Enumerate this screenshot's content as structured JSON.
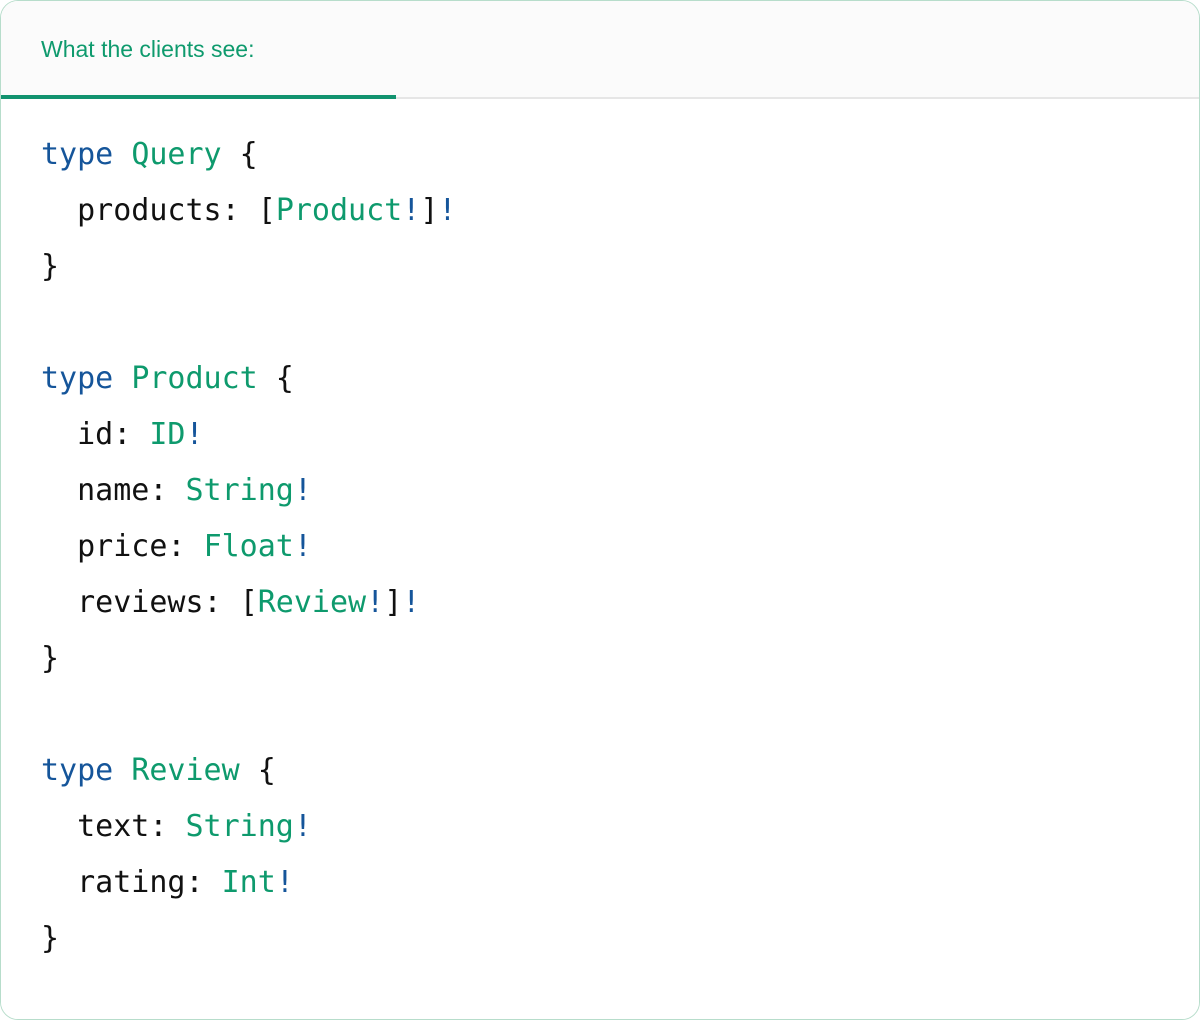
{
  "card": {
    "border_color": "#b7ddcb",
    "background": "#ffffff"
  },
  "tabbar": {
    "active_index": 0,
    "underline_color": "#12936f",
    "background": "#fbfbfb",
    "tabs": [
      {
        "label": "What the clients see:",
        "active": true
      }
    ]
  },
  "colors": {
    "keyword_blue": "#15559a",
    "type_green": "#0e9a6d",
    "text_black": "#111111",
    "header_green": "#0e9a6d"
  },
  "code": {
    "language": "graphql",
    "lines": [
      {
        "id": "line-1",
        "tokens": [
          {
            "t": "type",
            "c": "kw"
          },
          {
            "t": " ",
            "c": "plain"
          },
          {
            "t": "Query",
            "c": "type"
          },
          {
            "t": " {",
            "c": "punc"
          }
        ]
      },
      {
        "id": "line-2",
        "tokens": [
          {
            "t": "  products: ",
            "c": "name"
          },
          {
            "t": "[",
            "c": "punc"
          },
          {
            "t": "Product",
            "c": "type"
          },
          {
            "t": "!",
            "c": "bang"
          },
          {
            "t": "]",
            "c": "punc"
          },
          {
            "t": "!",
            "c": "bang"
          }
        ]
      },
      {
        "id": "line-3",
        "tokens": [
          {
            "t": "}",
            "c": "punc"
          }
        ]
      },
      {
        "id": "line-4",
        "tokens": [
          {
            "t": "",
            "c": "plain"
          }
        ]
      },
      {
        "id": "line-5",
        "tokens": [
          {
            "t": "type",
            "c": "kw"
          },
          {
            "t": " ",
            "c": "plain"
          },
          {
            "t": "Product",
            "c": "type"
          },
          {
            "t": " {",
            "c": "punc"
          }
        ]
      },
      {
        "id": "line-6",
        "tokens": [
          {
            "t": "  id: ",
            "c": "name"
          },
          {
            "t": "ID",
            "c": "type"
          },
          {
            "t": "!",
            "c": "bang"
          }
        ]
      },
      {
        "id": "line-7",
        "tokens": [
          {
            "t": "  name: ",
            "c": "name"
          },
          {
            "t": "String",
            "c": "type"
          },
          {
            "t": "!",
            "c": "bang"
          }
        ]
      },
      {
        "id": "line-8",
        "tokens": [
          {
            "t": "  price: ",
            "c": "name"
          },
          {
            "t": "Float",
            "c": "type"
          },
          {
            "t": "!",
            "c": "bang"
          }
        ]
      },
      {
        "id": "line-9",
        "tokens": [
          {
            "t": "  reviews: ",
            "c": "name"
          },
          {
            "t": "[",
            "c": "punc"
          },
          {
            "t": "Review",
            "c": "type"
          },
          {
            "t": "!",
            "c": "bang"
          },
          {
            "t": "]",
            "c": "punc"
          },
          {
            "t": "!",
            "c": "bang"
          }
        ]
      },
      {
        "id": "line-10",
        "tokens": [
          {
            "t": "}",
            "c": "punc"
          }
        ]
      },
      {
        "id": "line-11",
        "tokens": [
          {
            "t": "",
            "c": "plain"
          }
        ]
      },
      {
        "id": "line-12",
        "tokens": [
          {
            "t": "type",
            "c": "kw"
          },
          {
            "t": " ",
            "c": "plain"
          },
          {
            "t": "Review",
            "c": "type"
          },
          {
            "t": " {",
            "c": "punc"
          }
        ]
      },
      {
        "id": "line-13",
        "tokens": [
          {
            "t": "  text: ",
            "c": "name"
          },
          {
            "t": "String",
            "c": "type"
          },
          {
            "t": "!",
            "c": "bang"
          }
        ]
      },
      {
        "id": "line-14",
        "tokens": [
          {
            "t": "  rating: ",
            "c": "name"
          },
          {
            "t": "Int",
            "c": "type"
          },
          {
            "t": "!",
            "c": "bang"
          }
        ]
      },
      {
        "id": "line-15",
        "tokens": [
          {
            "t": "}",
            "c": "punc"
          }
        ]
      }
    ]
  }
}
